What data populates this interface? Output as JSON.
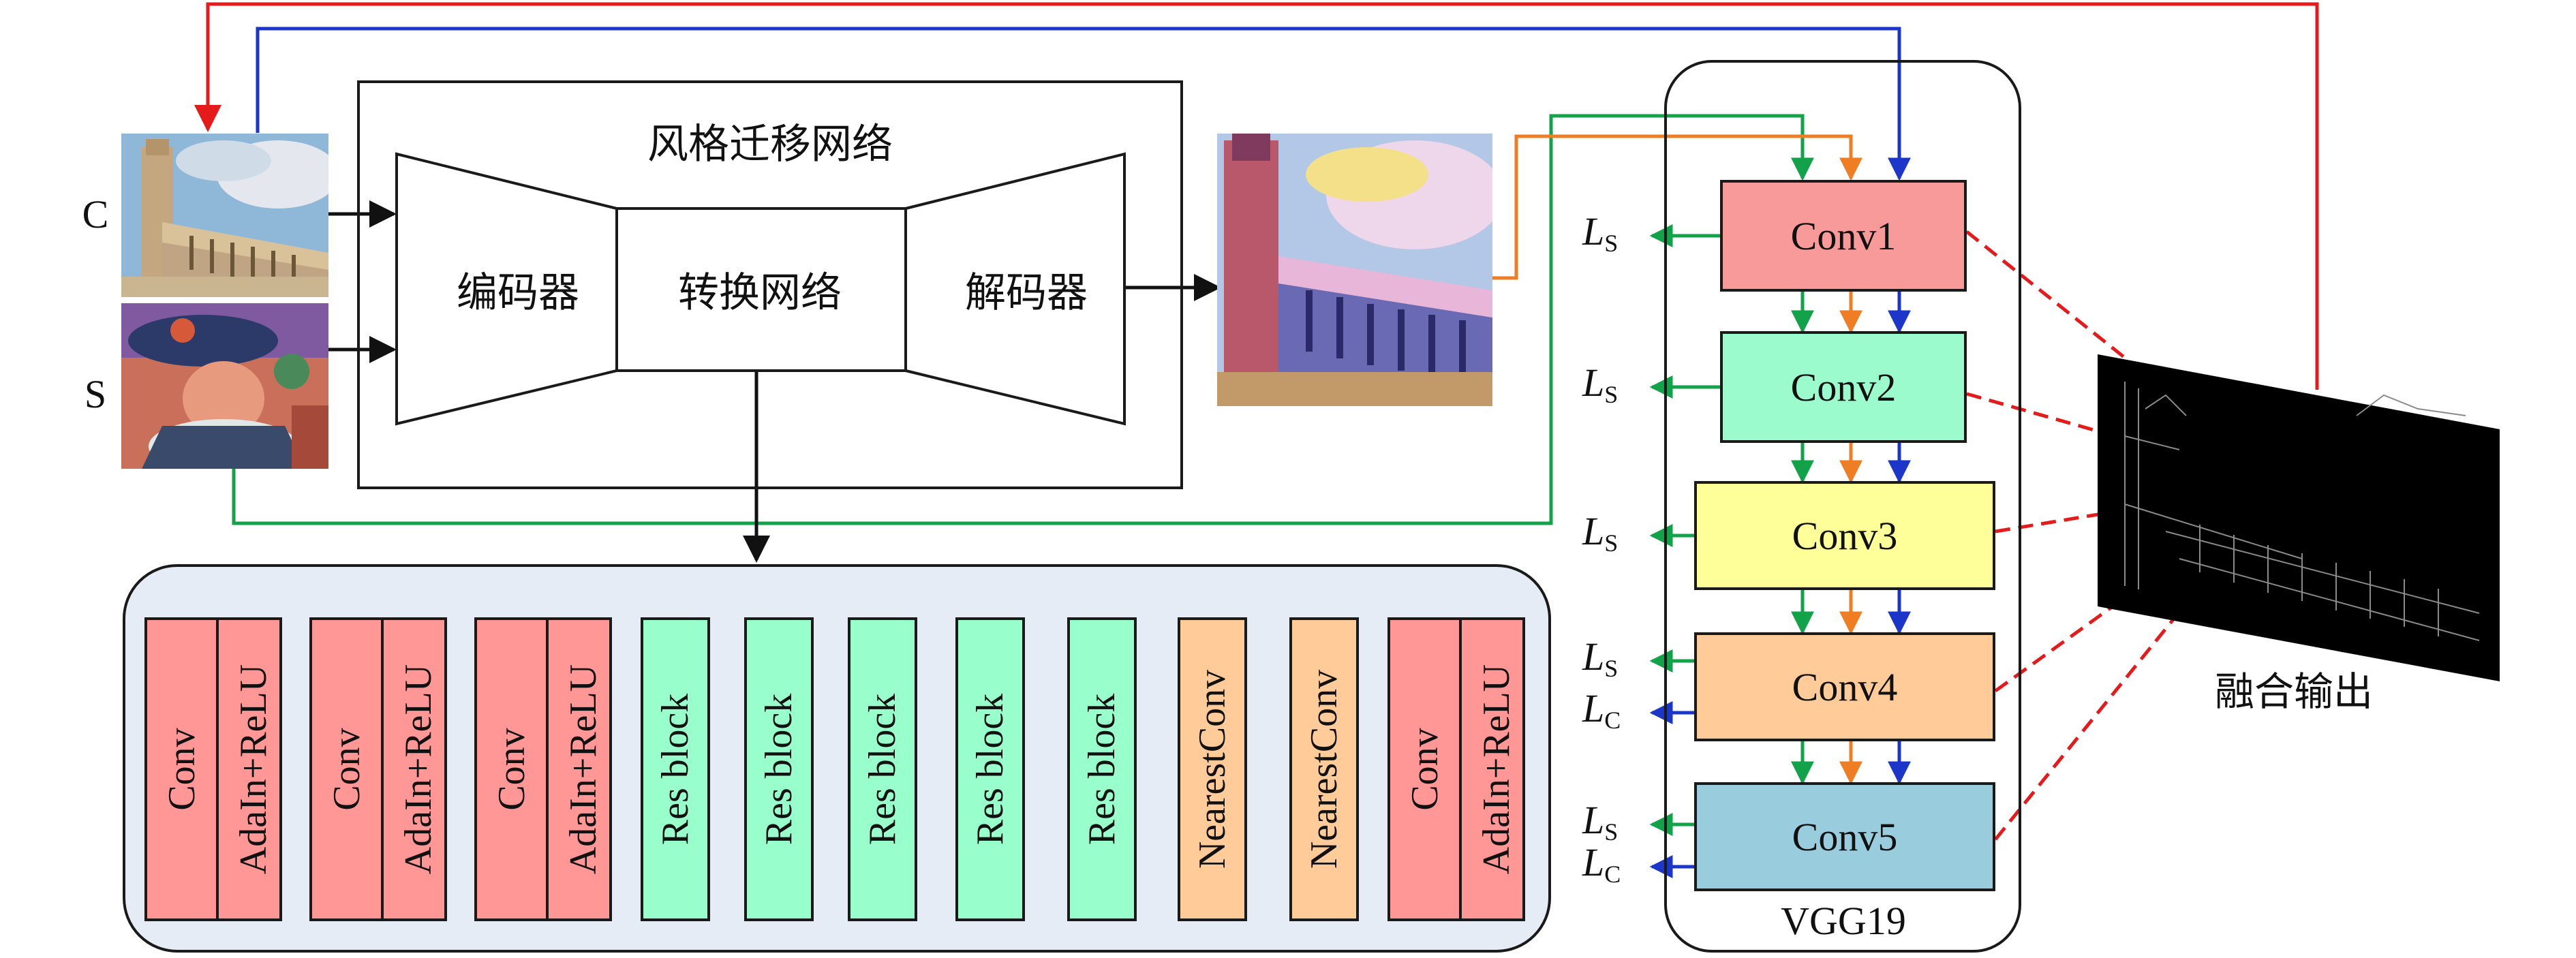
{
  "inputs": {
    "content_label": "C",
    "style_label": "S"
  },
  "network": {
    "title": "风格迁移网络",
    "encoder": "编码器",
    "transform": "转换网络",
    "decoder": "解码器"
  },
  "vgg": {
    "label": "VGG19",
    "layers": [
      {
        "name": "Conv1",
        "color": "#f99a9a",
        "loss_outputs": [
          "S"
        ]
      },
      {
        "name": "Conv2",
        "color": "#9bfbcd",
        "loss_outputs": [
          "S"
        ]
      },
      {
        "name": "Conv3",
        "color": "#ffff99",
        "loss_outputs": [
          "S"
        ]
      },
      {
        "name": "Conv4",
        "color": "#ffcc99",
        "loss_outputs": [
          "S",
          "C"
        ]
      },
      {
        "name": "Conv5",
        "color": "#99ccdd",
        "loss_outputs": [
          "S",
          "C"
        ]
      }
    ],
    "loss_symbol": "L"
  },
  "fusion": {
    "label": "融合输出"
  },
  "transform_blocks": [
    {
      "type": "pair",
      "labels": [
        "Conv",
        "AdaIn+ReLU"
      ],
      "color": "red"
    },
    {
      "type": "pair",
      "labels": [
        "Conv",
        "AdaIn+ReLU"
      ],
      "color": "red"
    },
    {
      "type": "pair",
      "labels": [
        "Conv",
        "AdaIn+ReLU"
      ],
      "color": "red"
    },
    {
      "type": "single",
      "label": "Res block",
      "color": "green"
    },
    {
      "type": "single",
      "label": "Res block",
      "color": "green"
    },
    {
      "type": "single",
      "label": "Res block",
      "color": "green"
    },
    {
      "type": "single",
      "label": "Res block",
      "color": "green"
    },
    {
      "type": "single",
      "label": "Res block",
      "color": "green"
    },
    {
      "type": "single",
      "label": "NearestConv",
      "color": "orange"
    },
    {
      "type": "single",
      "label": "NearestConv",
      "color": "orange"
    },
    {
      "type": "pair",
      "labels": [
        "Conv",
        "AdaIn+ReLU"
      ],
      "color": "red"
    }
  ],
  "colors": {
    "content_path": "#e51a1a",
    "style_path": "#12a24a",
    "output_path": "#ee7d24",
    "content_feature_path": "#1b36c8",
    "fusion_lines": "#e51a1a",
    "panel_fill": "#e6ecf5"
  }
}
